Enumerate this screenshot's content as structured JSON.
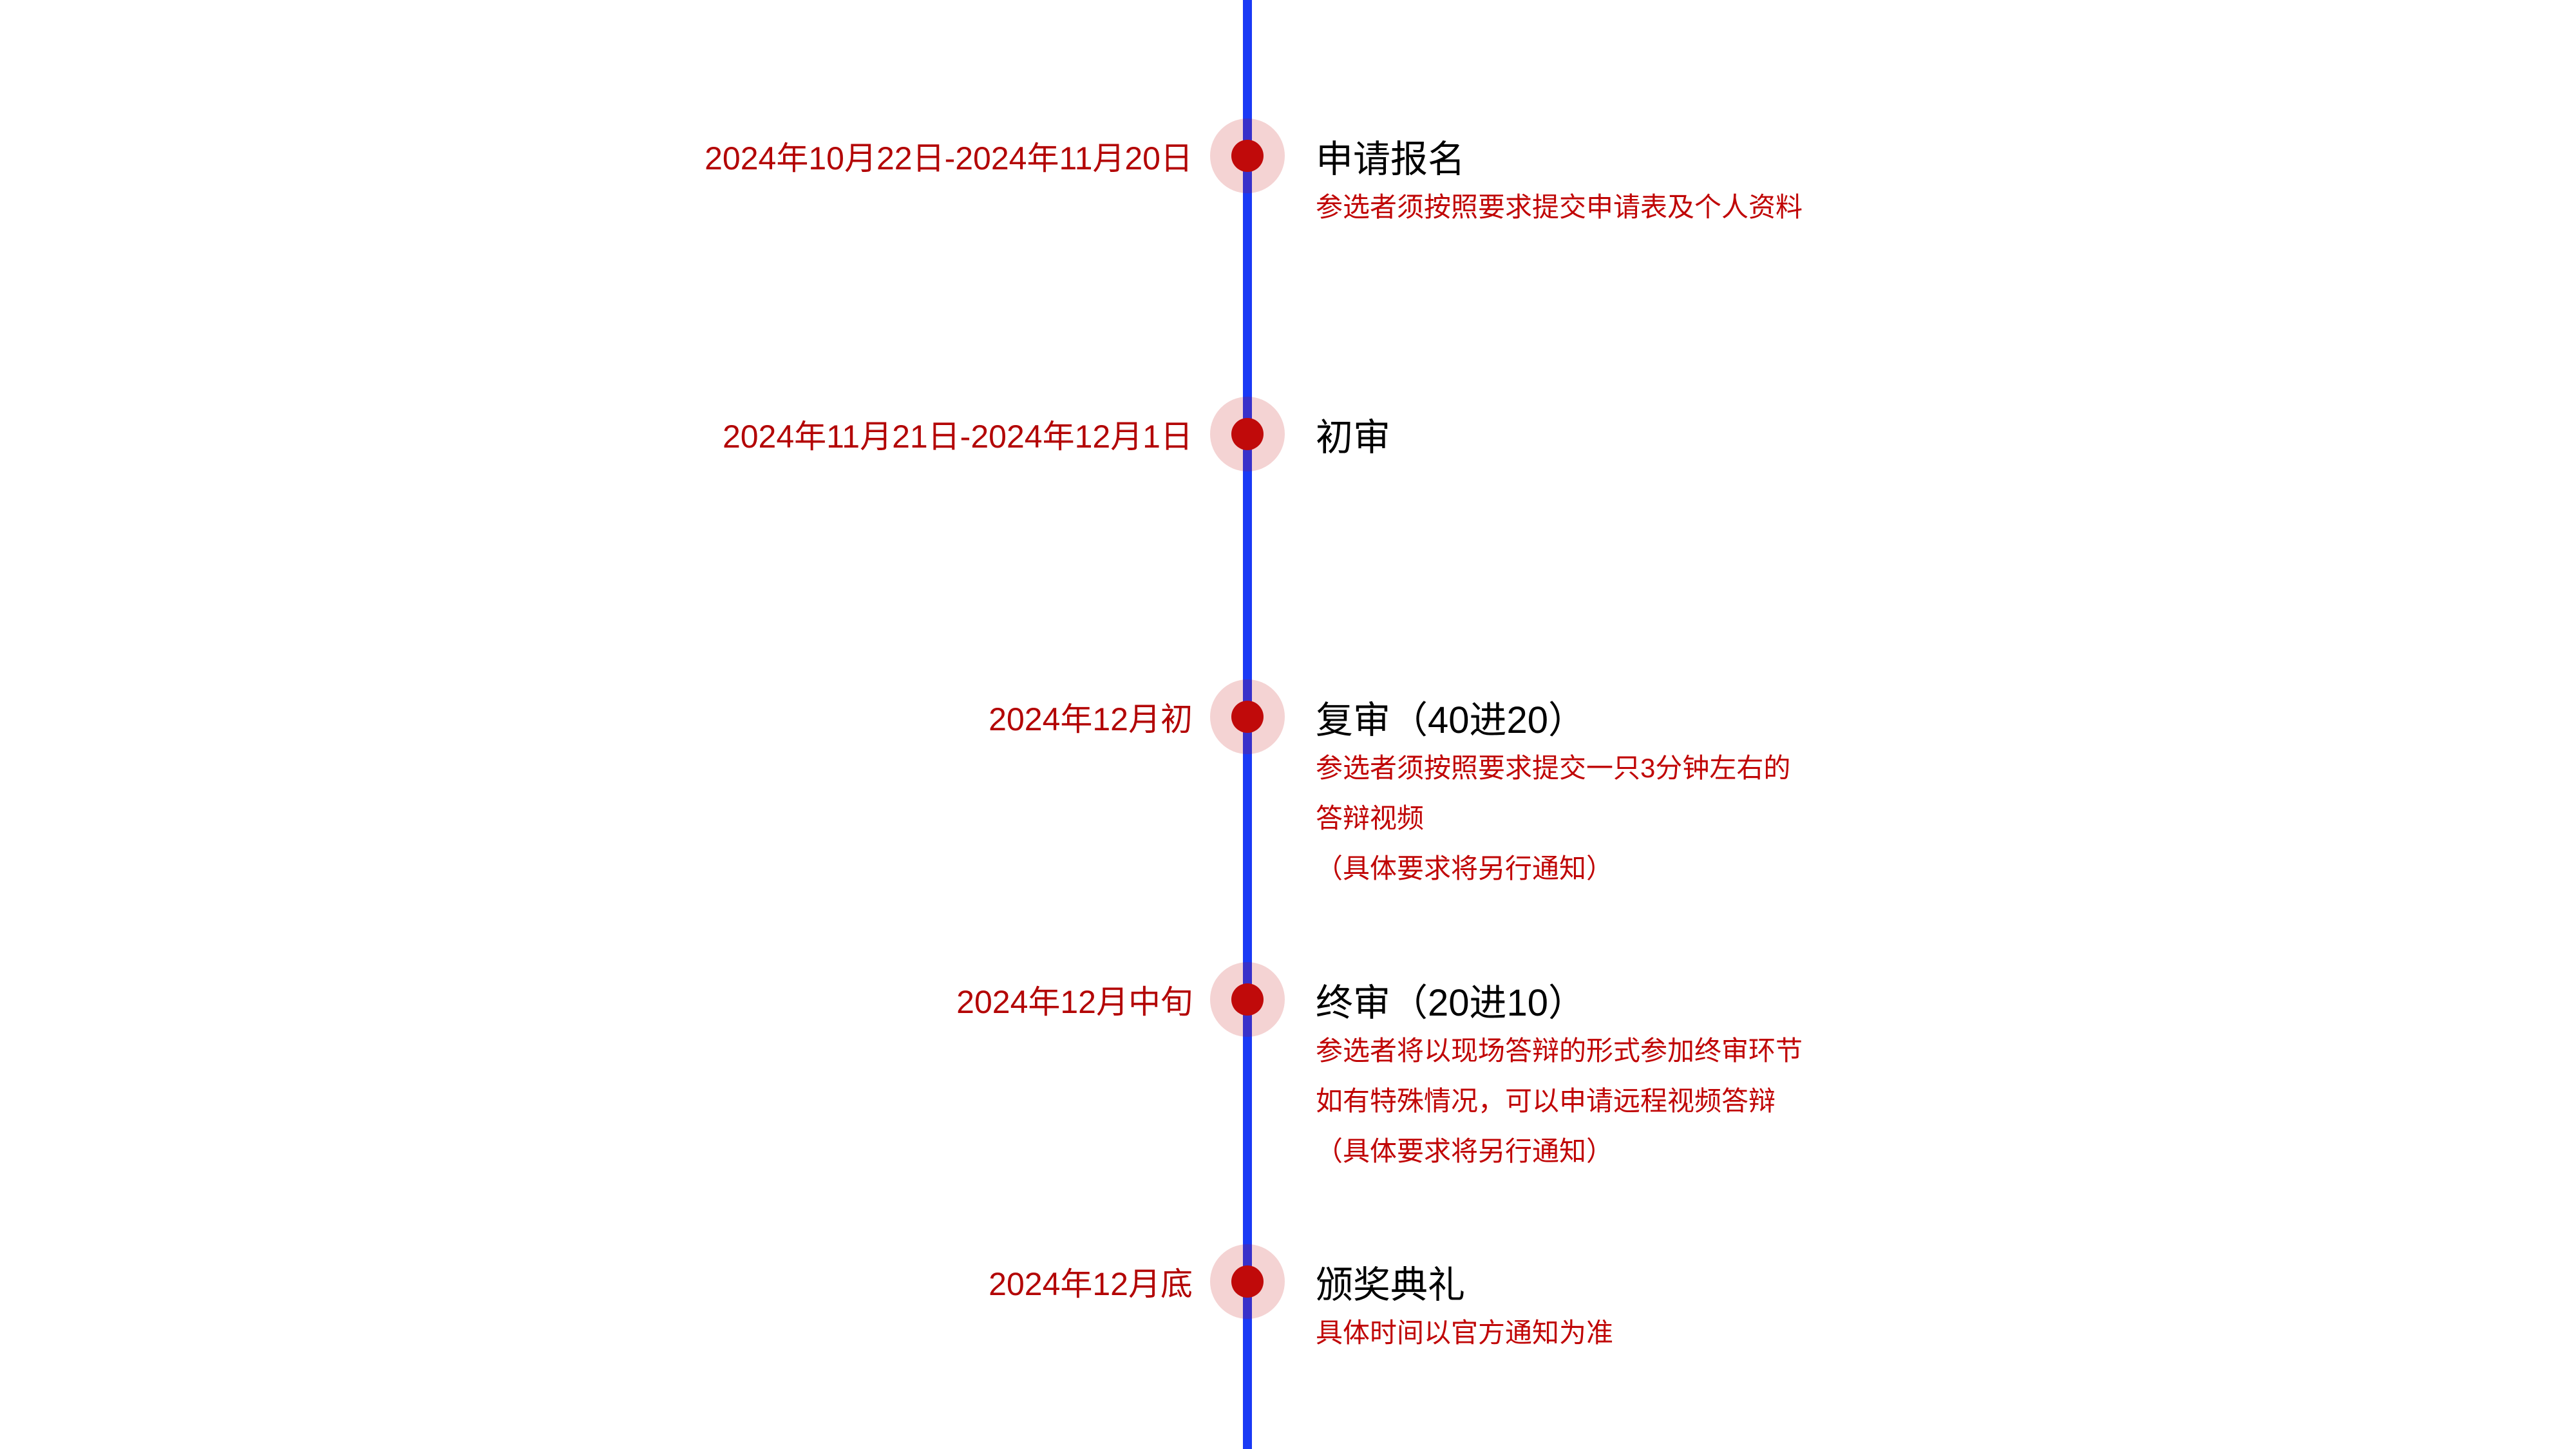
{
  "timeline": {
    "colors": {
      "line": "#1a3af5",
      "dot": "#c00a0a",
      "halo": "rgba(192,10,10,0.18)",
      "date_text": "#b30505",
      "title_text": "#000000",
      "desc_text": "#c00505",
      "background": "#ffffff"
    },
    "milestones": [
      {
        "date": "2024年10月22日-2024年11月20日",
        "title": "申请报名",
        "desc": [
          "参选者须按照要求提交申请表及个人资料"
        ]
      },
      {
        "date": "2024年11月21日-2024年12月1日",
        "title": "初审",
        "desc": []
      },
      {
        "date": "2024年12月初",
        "title": "复审（40进20）",
        "desc": [
          "参选者须按照要求提交一只3分钟左右的",
          "答辩视频",
          "（具体要求将另行通知）"
        ]
      },
      {
        "date": "2024年12月中旬",
        "title": "终审（20进10）",
        "desc": [
          "参选者将以现场答辩的形式参加终审环节",
          "如有特殊情况，可以申请远程视频答辩",
          "（具体要求将另行通知）"
        ]
      },
      {
        "date": "2024年12月底",
        "title": "颁奖典礼",
        "desc": [
          "具体时间以官方通知为准"
        ]
      }
    ]
  }
}
